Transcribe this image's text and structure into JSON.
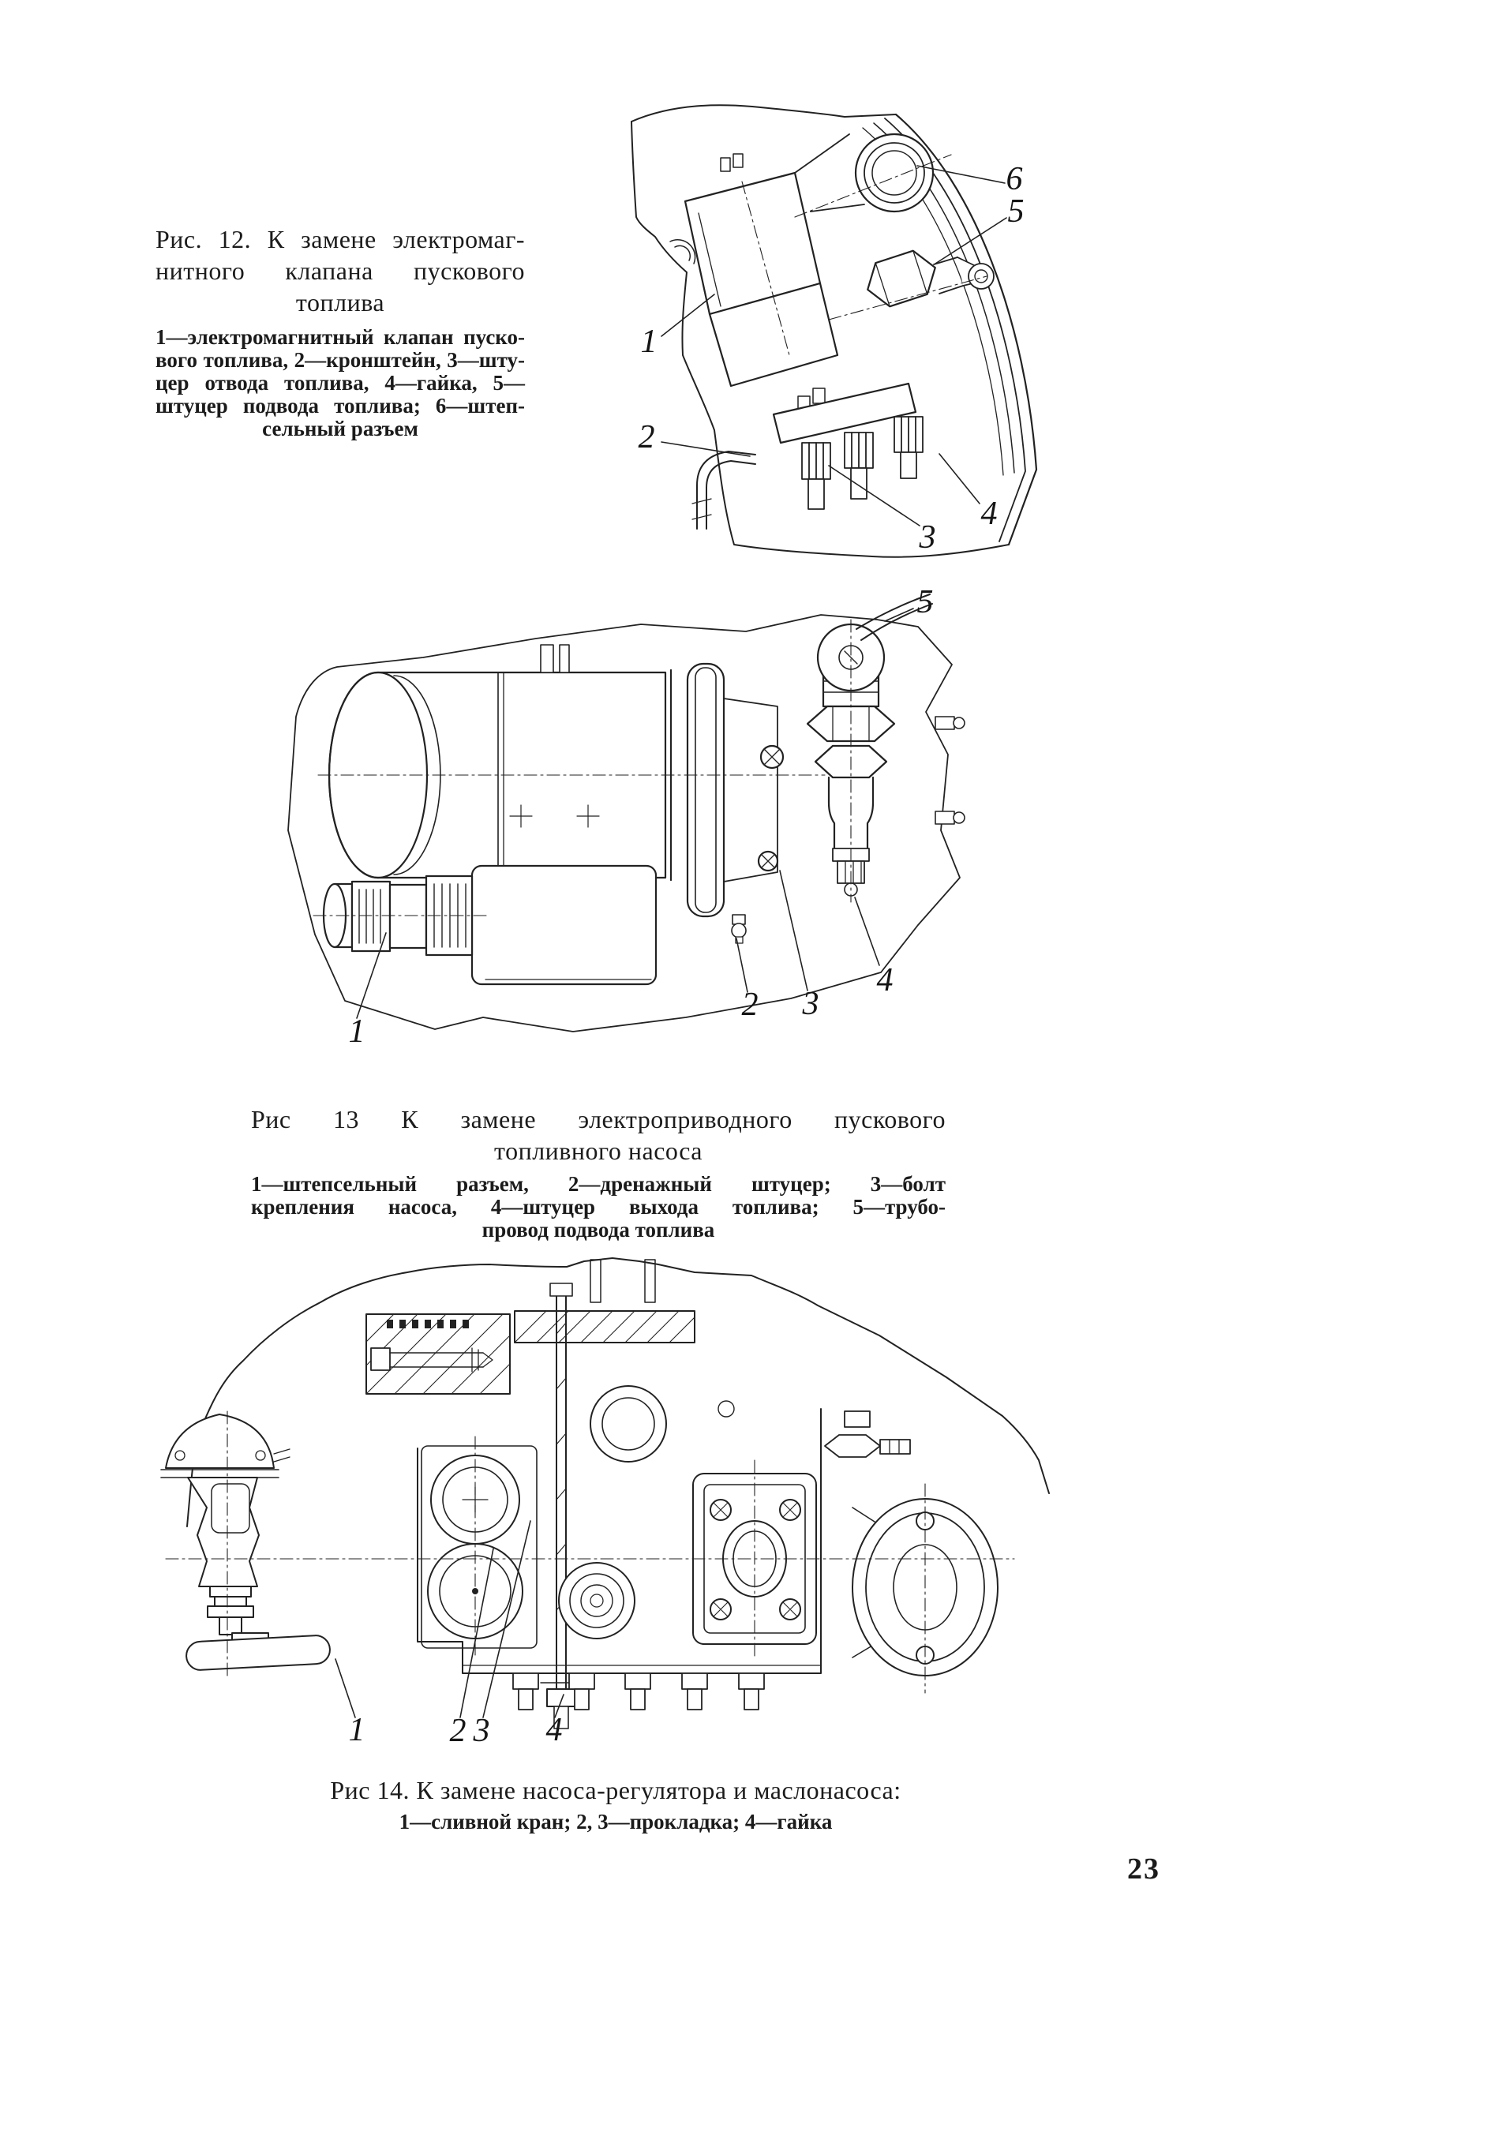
{
  "page": {
    "number": "23"
  },
  "figure12": {
    "title_lines": [
      "Рис. 12. К замене электромаг-",
      "нитного клапана пускового",
      "топлива"
    ],
    "legend_lines": [
      "1—электромагнитный клапан пуско-",
      "вого топлива, 2—кронштейн, 3—шту-",
      "цер отвода топлива, 4—гайка, 5—",
      "штуцер подвода топлива; 6—штеп-",
      "сельный разъем"
    ],
    "callouts": [
      "1",
      "2",
      "3",
      "4",
      "5",
      "6"
    ]
  },
  "figure13": {
    "title_lines": [
      "Рис 13 К замене электроприводного пускового",
      "топливного насоса"
    ],
    "legend_lines": [
      "1—штепсельный разъем, 2—дренажный штуцер; 3—болт",
      "крепления насоса, 4—штуцер выхода топлива; 5—трубо-",
      "провод подвода топлива"
    ],
    "callouts": [
      "1",
      "2",
      "3",
      "4",
      "5"
    ]
  },
  "figure14": {
    "title": "Рис 14. К замене насоса-регулятора и маслонасоса:",
    "legend": "1—сливной кран; 2, 3—прокладка; 4—гайка",
    "callouts": [
      "1",
      "2",
      "3",
      "4"
    ]
  }
}
